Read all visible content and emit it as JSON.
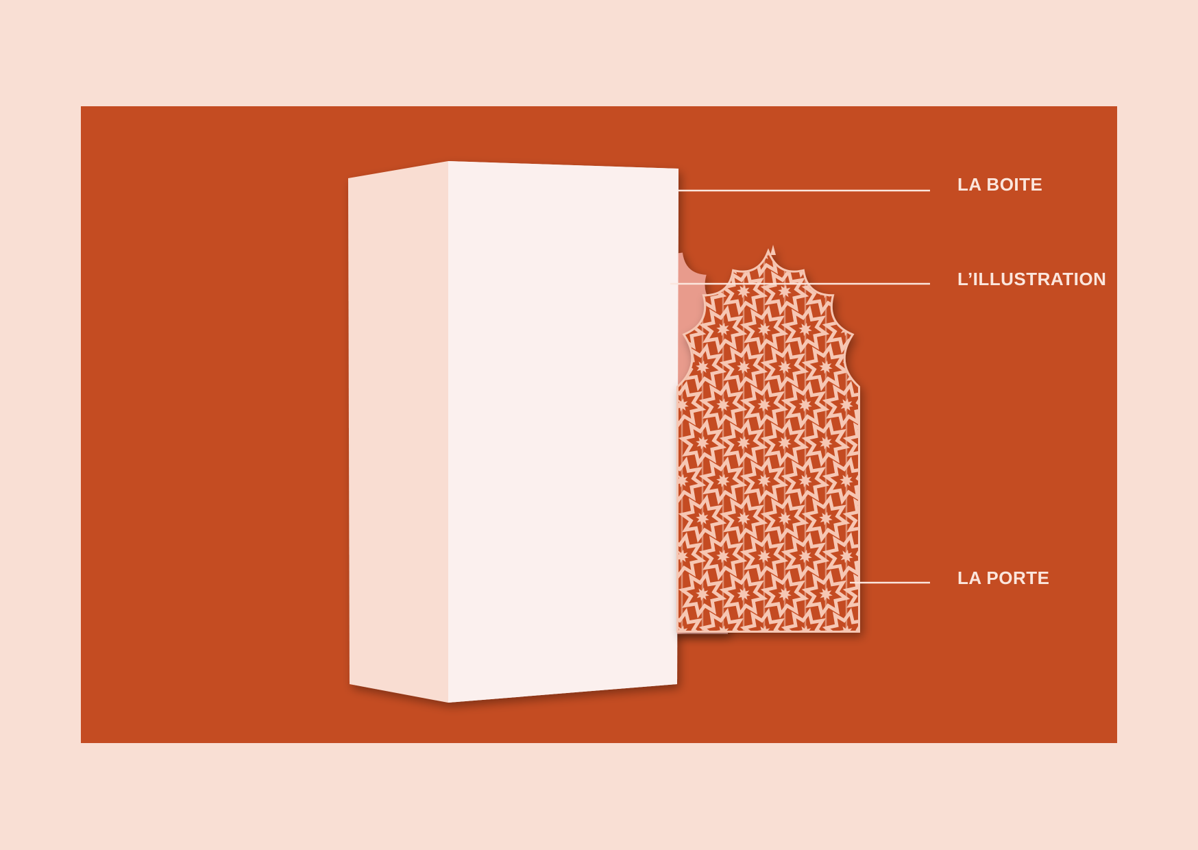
{
  "colors": {
    "page_background": "#f9dfd4",
    "panel": "#c44c22",
    "box_front": "#fbf0ee",
    "box_side": "#f9ddd2",
    "illustration": "#e89b8c",
    "door": "#f6c7b4",
    "label_text": "#fbe6dd",
    "leader_line": "#fbe6dd"
  },
  "callouts": {
    "box": "LA BOITE",
    "illustration": "L’ILLUSTRATION",
    "door": "LA PORTE"
  },
  "door": {
    "pattern": "eight-pointed star lattice"
  }
}
